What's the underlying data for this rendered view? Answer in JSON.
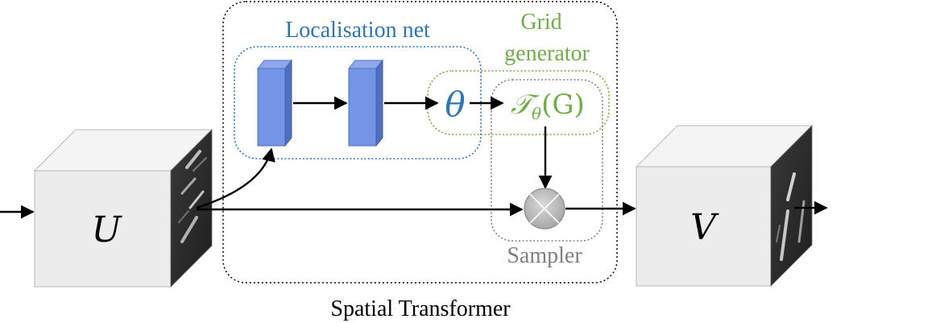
{
  "diagram": {
    "title": "Spatial Transformer",
    "localisation_label": "Localisation net",
    "grid_generator_label_line1": "Grid",
    "grid_generator_label_line2": "generator",
    "sampler_label": "Sampler",
    "input_label": "U",
    "output_label": "V",
    "theta_label": "θ",
    "transform_main": "𝒯",
    "transform_sub": "θ",
    "transform_args": "(G)",
    "colors": {
      "localisation": "#2e75b6",
      "grid_generator": "#70ad47",
      "sampler": "#808080",
      "layer_fill": "#7494e5",
      "layer_side": "#4f6fc4",
      "cube_front": "#ececec",
      "cube_top": "#f6f6f6",
      "cube_side": "#2b2b2b"
    }
  }
}
